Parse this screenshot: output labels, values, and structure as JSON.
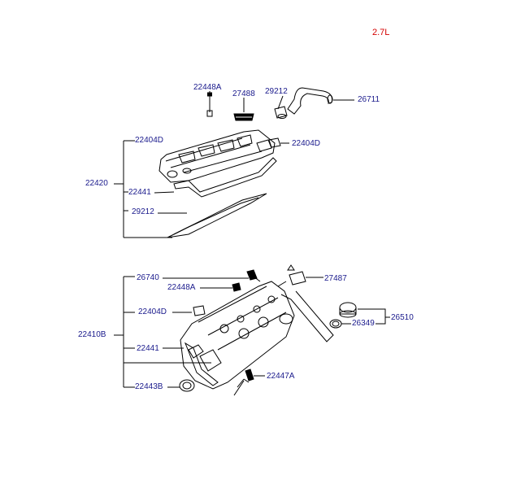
{
  "engine_label": "2.7L",
  "colors": {
    "part_number": "#1a1a8c",
    "engine_label": "#d40000",
    "linework": "#000000"
  },
  "upper_assembly": {
    "callouts": {
      "p22448A": "22448A",
      "p27488": "27488",
      "p29212_top": "29212",
      "p26711": "26711",
      "p22404D_left": "22404D",
      "p22404D_right": "22404D",
      "p22420": "22420",
      "p22441": "22441",
      "p29212_gasket": "29212"
    }
  },
  "lower_assembly": {
    "callouts": {
      "p26740": "26740",
      "p22448A": "22448A",
      "p27487": "27487",
      "p22404D": "22404D",
      "p26510": "26510",
      "p26349": "26349",
      "p22410B": "22410B",
      "p22441": "22441",
      "p22447A": "22447A",
      "p22443B": "22443B"
    }
  }
}
